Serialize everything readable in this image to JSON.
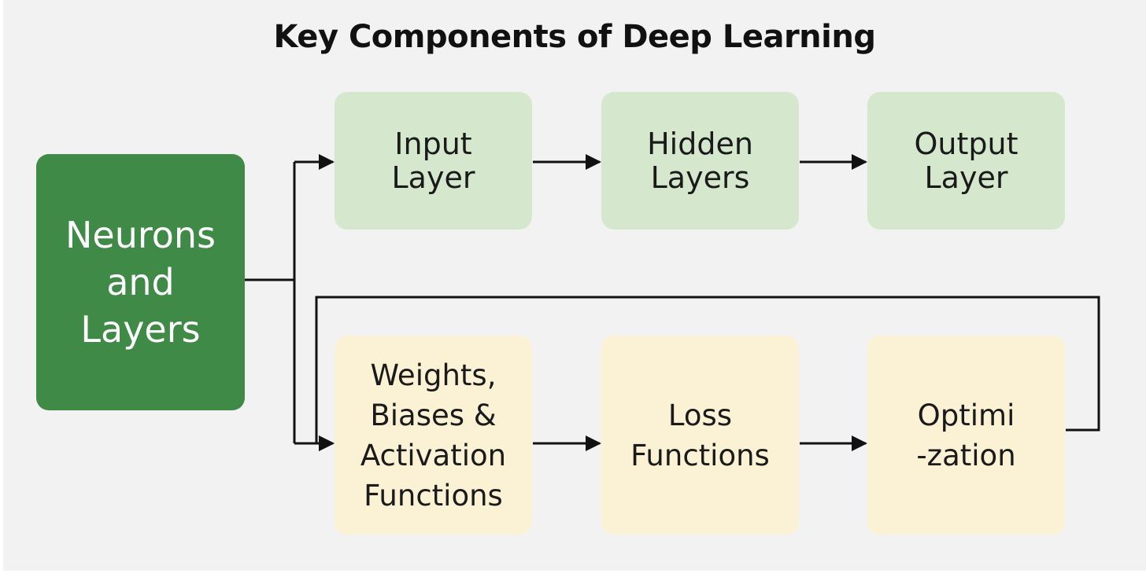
{
  "title": "Key Components of Deep Learning",
  "nodes": {
    "root": {
      "lines": [
        "Neurons",
        "and",
        "Layers"
      ]
    },
    "input_layer": {
      "lines": [
        "Input",
        "Layer"
      ]
    },
    "hidden_layers": {
      "lines": [
        "Hidden",
        "Layers"
      ]
    },
    "output_layer": {
      "lines": [
        "Output",
        "Layer"
      ]
    },
    "weights": {
      "lines": [
        "Weights,",
        "Biases &",
        "Activation",
        "Functions"
      ]
    },
    "loss": {
      "lines": [
        "Loss",
        "Functions"
      ]
    },
    "optimization": {
      "lines": [
        "Optimi",
        "-zation"
      ]
    }
  },
  "colors": {
    "background": "#f2f2f2",
    "root_fill": "#3e8a46",
    "top_row_fill": "#d5e8cd",
    "bottom_row_fill": "#fbf2d6",
    "connector": "#111111"
  }
}
